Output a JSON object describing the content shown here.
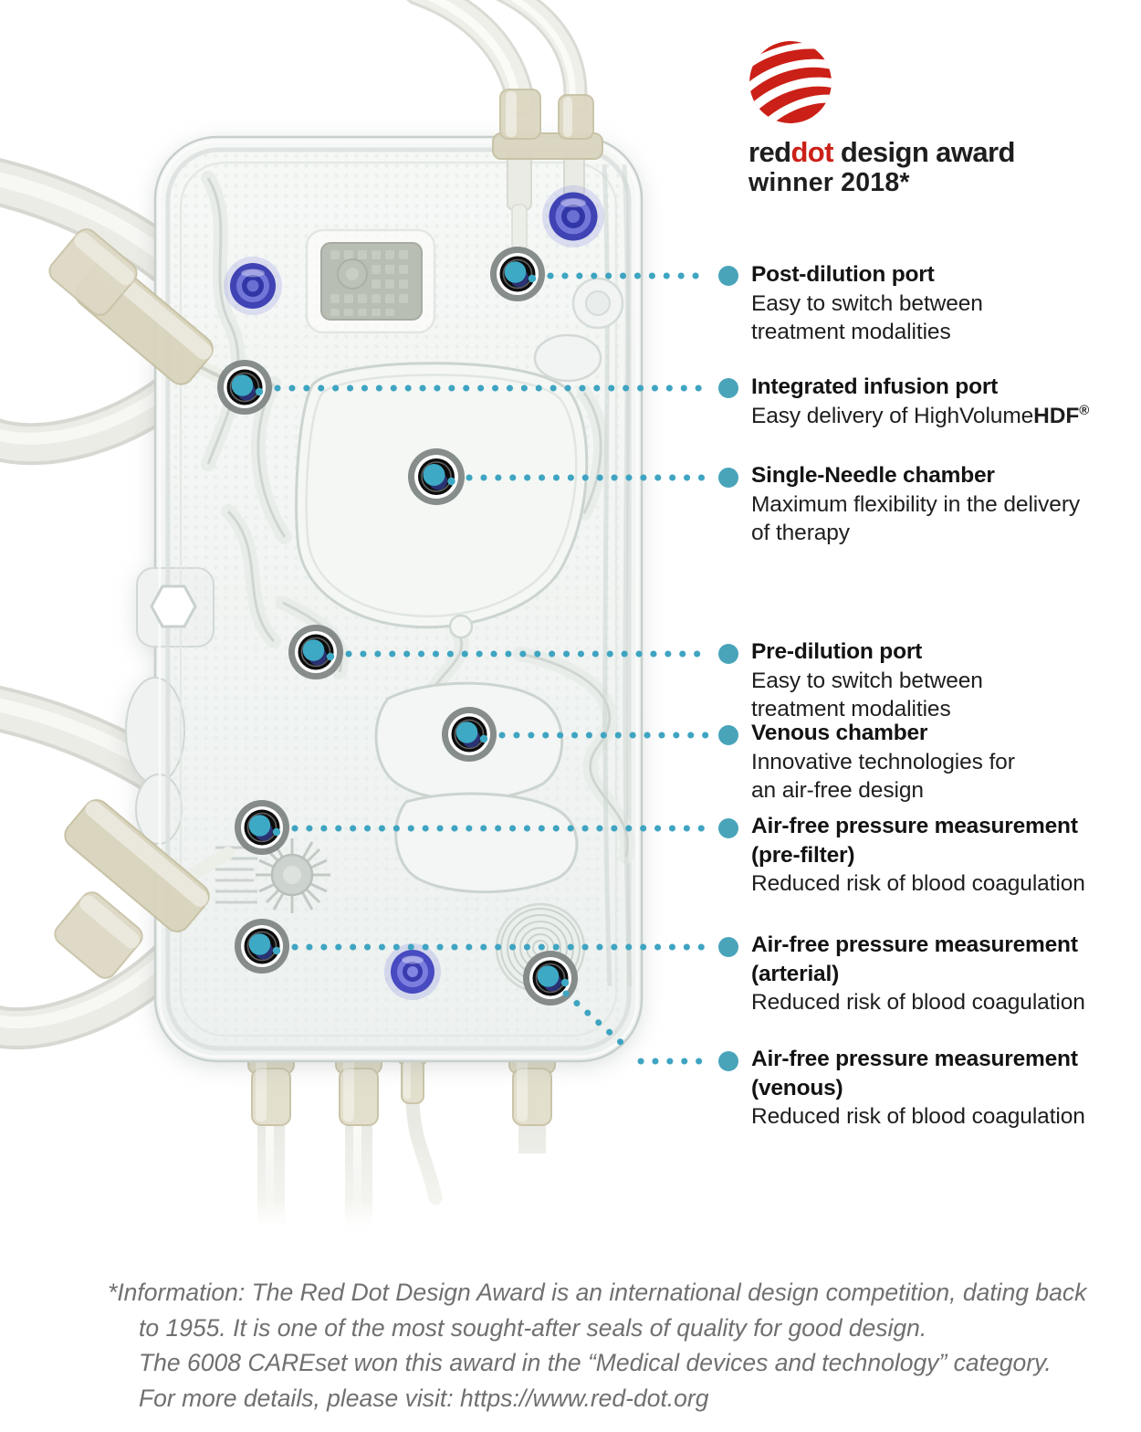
{
  "award": {
    "logo_icon": "reddot-sphere-icon",
    "brand_part1": "red",
    "brand_part2": "dot",
    "brand_part3": " design award",
    "winner_line": "winner 2018*"
  },
  "callouts": [
    {
      "title": "Post-dilution port",
      "body": "Easy to switch between\ntreatment modalities"
    },
    {
      "title": "Integrated infusion port",
      "body_pre": "Easy delivery of HighVolume",
      "body_bold": "HDF",
      "body_sup": "®"
    },
    {
      "title": "Single-Needle chamber",
      "body": "Maximum flexibility in the delivery\nof therapy"
    },
    {
      "title": "Pre-dilution port",
      "body": "Easy to switch between\ntreatment modalities"
    },
    {
      "title": "Venous chamber",
      "body": "Innovative technologies for\nan air-free design"
    },
    {
      "title": "Air-free pressure measurement\n(pre-filter)",
      "body": "Reduced risk of blood coagulation"
    },
    {
      "title": "Air-free pressure measurement\n(arterial)",
      "body": "Reduced risk of blood coagulation"
    },
    {
      "title": "Air-free pressure measurement\n(venous)",
      "body": "Reduced risk of blood coagulation"
    }
  ],
  "footnote": {
    "line1": "*Information: The Red Dot Design Award is an international design competition, dating back",
    "line2": "to 1955. It is one of the most sought-after seals of quality for good design.",
    "line3": "The 6008 CAREset won this award in the “Medical devices and technology” category.",
    "line4": "For more details, please visit: https://www.red-dot.org"
  },
  "colors": {
    "accent_teal": "#44a6bf",
    "brand_red": "#cb2017",
    "port_black": "#0c0c0c",
    "port_blue": "#3f43b4"
  }
}
